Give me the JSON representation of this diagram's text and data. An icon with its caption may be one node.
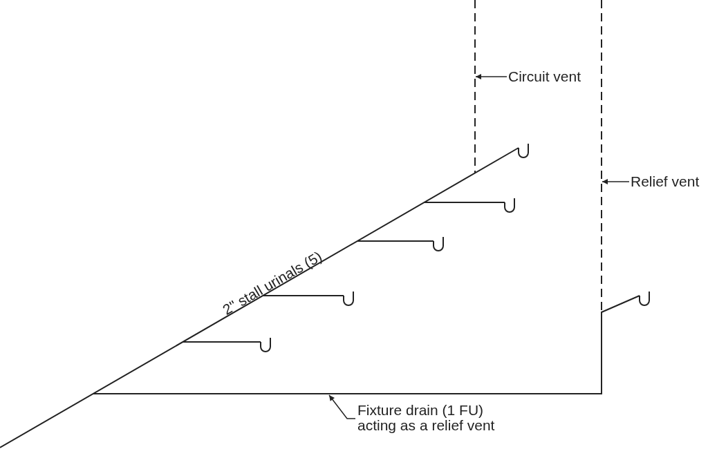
{
  "diagram": {
    "nodes": [
      {
        "text": [
          "Circuit vent"
        ]
      },
      {
        "text": [
          "Relief vent"
        ]
      },
      {
        "text": [
          "Fixture drain (1 FU) acting as a relief vent"
        ]
      }
    ],
    "edges": [
      {
        "from": 0,
        "to": null,
        "arrow": "to"
      },
      {
        "from": 1,
        "to": null,
        "arrow": "to"
      },
      {
        "from": 2,
        "to": null,
        "arrow": "to"
      }
    ],
    "labels": [
      "2\" stall urinals (5)"
    ]
  }
}
